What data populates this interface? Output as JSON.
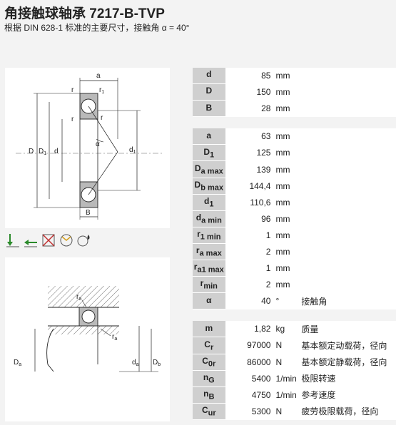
{
  "title": "角接触球轴承 7217-B-TVP",
  "subtitle": "根据 DIN 628-1 标准的主要尺寸，接触角 α = 40°",
  "drawing1_labels": {
    "a": "a",
    "r1": "r",
    "r1sub": "1",
    "r": "r",
    "r2": "r",
    "D": "D",
    "D1": "D",
    "D1sub": "1",
    "d": "d",
    "alpha": "α",
    "d1": "d",
    "d1sub": "1",
    "B": "B"
  },
  "drawing2_labels": {
    "ra1": "r",
    "ra1sub": "a",
    "ra2": "r",
    "ra2sub": "a",
    "Da": "D",
    "Dasub": "a",
    "da": "d",
    "dasub": "a",
    "Db": "D",
    "Dbsub": "b"
  },
  "icons": [
    "radial-load-icon",
    "axial-load-icon",
    "no-separable-icon",
    "high-speed-icon",
    "lubrication-icon"
  ],
  "groups": [
    [
      {
        "sym": "d",
        "sub": "",
        "val": "85",
        "unit": "mm",
        "desc": ""
      },
      {
        "sym": "D",
        "sub": "",
        "val": "150",
        "unit": "mm",
        "desc": ""
      },
      {
        "sym": "B",
        "sub": "",
        "val": "28",
        "unit": "mm",
        "desc": ""
      }
    ],
    [
      {
        "sym": "a",
        "sub": "",
        "val": "63",
        "unit": "mm",
        "desc": ""
      },
      {
        "sym": "D",
        "sub": "1",
        "val": "125",
        "unit": "mm",
        "desc": ""
      },
      {
        "sym": "D",
        "sub": "a max",
        "val": "139",
        "unit": "mm",
        "desc": ""
      },
      {
        "sym": "D",
        "sub": "b max",
        "val": "144,4",
        "unit": "mm",
        "desc": ""
      },
      {
        "sym": "d",
        "sub": "1",
        "val": "110,6",
        "unit": "mm",
        "desc": ""
      },
      {
        "sym": "d",
        "sub": "a min",
        "val": "96",
        "unit": "mm",
        "desc": ""
      },
      {
        "sym": "r",
        "sub": "1 min",
        "val": "1",
        "unit": "mm",
        "desc": ""
      },
      {
        "sym": "r",
        "sub": "a max",
        "val": "2",
        "unit": "mm",
        "desc": ""
      },
      {
        "sym": "r",
        "sub": "a1 max",
        "val": "1",
        "unit": "mm",
        "desc": ""
      },
      {
        "sym": "r",
        "sub": "min",
        "val": "2",
        "unit": "mm",
        "desc": ""
      },
      {
        "sym": "α",
        "sub": "",
        "val": "40",
        "unit": "°",
        "desc": "接触角"
      }
    ],
    [
      {
        "sym": "m",
        "sub": "",
        "val": "1,82",
        "unit": "kg",
        "desc": "质量"
      },
      {
        "sym": "C",
        "sub": "r",
        "val": "97000",
        "unit": "N",
        "desc": "基本额定动载荷，径向"
      },
      {
        "sym": "C",
        "sub": "0r",
        "val": "86000",
        "unit": "N",
        "desc": "基本额定静载荷，径向"
      },
      {
        "sym": "n",
        "sub": "G",
        "val": "5400",
        "unit": "1/min",
        "desc": "极限转速"
      },
      {
        "sym": "n",
        "sub": "B",
        "val": "4750",
        "unit": "1/min",
        "desc": "参考速度"
      },
      {
        "sym": "C",
        "sub": "ur",
        "val": "5300",
        "unit": "N",
        "desc": "疲劳极限载荷，径向"
      }
    ]
  ]
}
